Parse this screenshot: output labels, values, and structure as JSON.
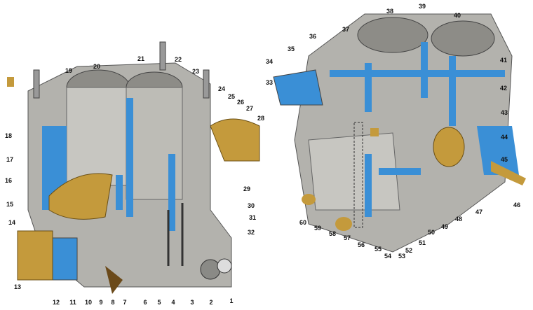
{
  "diagram": {
    "left_view_labels": [
      "1",
      "2",
      "3",
      "4",
      "5",
      "6",
      "7",
      "8",
      "9",
      "10",
      "11",
      "12",
      "13",
      "14",
      "15",
      "16",
      "17",
      "18",
      "19",
      "20",
      "21",
      "22",
      "23",
      "24",
      "25",
      "26",
      "27",
      "28",
      "29",
      "30",
      "31",
      "32"
    ],
    "right_view_labels": [
      "33",
      "34",
      "35",
      "36",
      "37",
      "38",
      "39",
      "40",
      "41",
      "42",
      "43",
      "44",
      "45",
      "46",
      "47",
      "48",
      "49",
      "50",
      "51",
      "52",
      "53",
      "54",
      "55",
      "56",
      "57",
      "58",
      "59",
      "60"
    ],
    "colors": {
      "body": "#a9a9a4",
      "channel": "#3a8fd6",
      "brass": "#c49a3c",
      "dark": "#4a4a48"
    }
  }
}
